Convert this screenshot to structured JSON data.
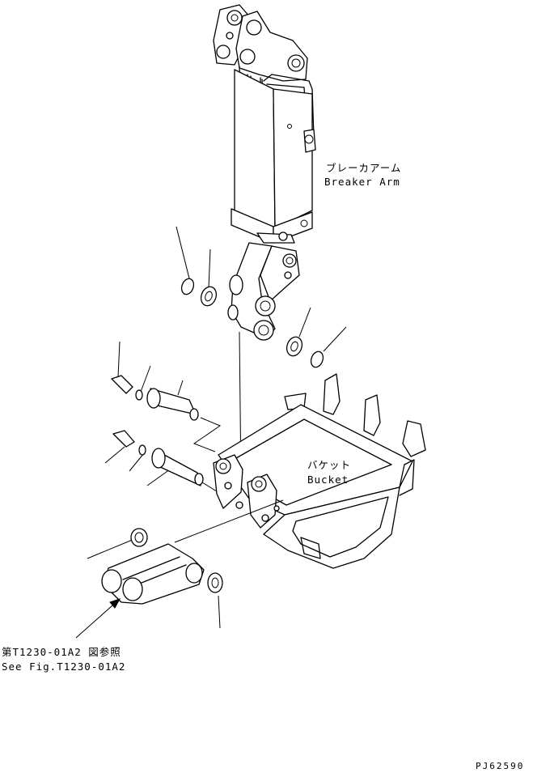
{
  "labels": {
    "breaker_arm_jp": "ブレーカアーム",
    "breaker_arm_en": "Breaker Arm",
    "bucket_jp": "バケット",
    "bucket_en": "Bucket",
    "ref_jp": "第T1230-01A2 図参照",
    "ref_en": "See Fig.T1230-01A2",
    "drawing_code": "PJ62590"
  }
}
